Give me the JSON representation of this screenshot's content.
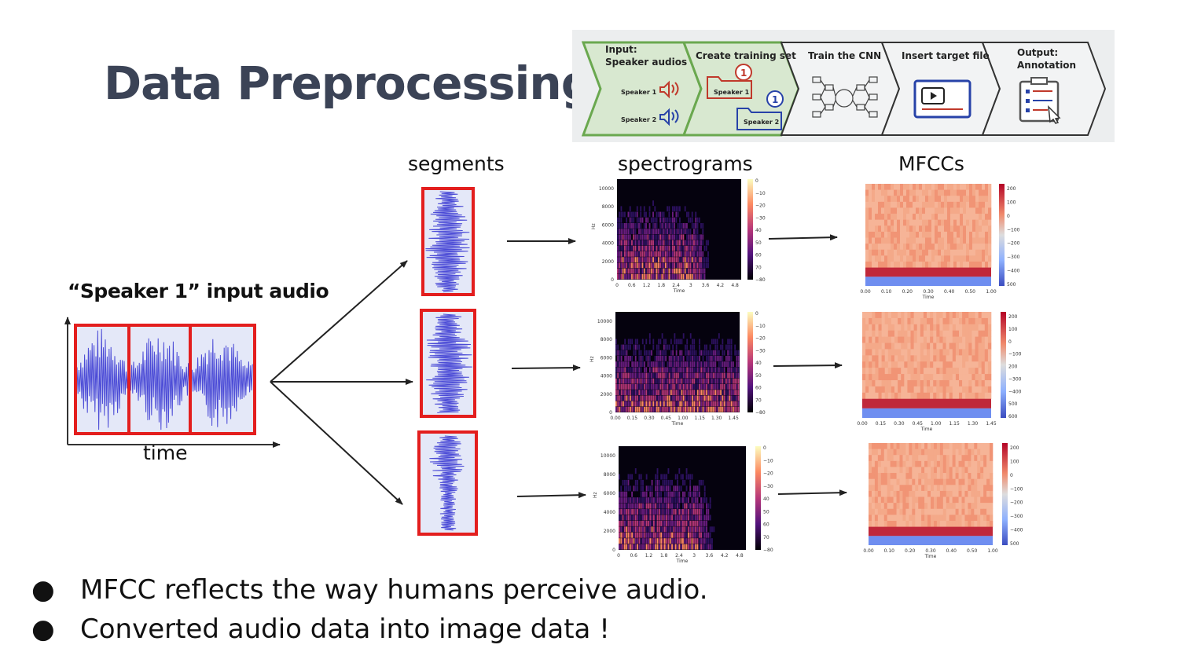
{
  "title": "Data Preprocessing",
  "pipeline": {
    "steps": [
      {
        "line1": "Input:",
        "line2": "Speaker audios"
      },
      {
        "line1": "Create training set",
        "line2": ""
      },
      {
        "line1": "Train the CNN",
        "line2": ""
      },
      {
        "line1": "Insert target file",
        "line2": ""
      },
      {
        "line1": "Output:",
        "line2": "Annotation"
      }
    ],
    "speaker1": "Speaker 1",
    "speaker2": "Speaker 2",
    "badge": "1"
  },
  "input_audio_label": "“Speaker 1” input audio",
  "time_label": "time",
  "columns": {
    "segments": "segments",
    "spectrograms": "spectrograms",
    "mfccs": "MFCCs"
  },
  "bullets": [
    "MFCC reflects the way humans perceive audio.",
    "Converted audio data into image data !"
  ],
  "bullet_symbol": "●",
  "spectrograms": [
    {
      "yticks": [
        "10000",
        "8000",
        "6000",
        "4000",
        "2000",
        "0"
      ],
      "xticks": [
        "0",
        "0.6",
        "1.2",
        "1.8",
        "2.4",
        "3",
        "3.6",
        "4.2",
        "4.8"
      ],
      "ylabel": "Hz",
      "xlabel": "Time",
      "cbar": [
        "0",
        "−10",
        "−20",
        "−30",
        "40",
        "50",
        "60",
        "70",
        "−80"
      ]
    },
    {
      "yticks": [
        "10000",
        "8000",
        "6000",
        "4000",
        "2000",
        "0"
      ],
      "xticks": [
        "0.00",
        "0.15",
        "0.30",
        "0.45",
        "1.00",
        "1.15",
        "1.30",
        "1.45"
      ],
      "ylabel": "Hz",
      "xlabel": "Time",
      "cbar": [
        "0",
        "−10",
        "−20",
        "−30",
        "40",
        "50",
        "60",
        "70",
        "−80"
      ]
    },
    {
      "yticks": [
        "10000",
        "8000",
        "6000",
        "4000",
        "2000",
        "0"
      ],
      "xticks": [
        "0",
        "0.6",
        "1.2",
        "1.8",
        "2.4",
        "3",
        "3.6",
        "4.2",
        "4.8"
      ],
      "ylabel": "Hz",
      "xlabel": "Time",
      "cbar": [
        "0",
        "−10",
        "−20",
        "−30",
        "40",
        "50",
        "60",
        "70",
        "−80"
      ]
    }
  ],
  "mfccs": [
    {
      "xticks": [
        "0.00",
        "0.10",
        "0.20",
        "0.30",
        "0.40",
        "0.50",
        "1.00"
      ],
      "xlabel": "Time",
      "cbar": [
        "200",
        "100",
        "0",
        "−100",
        "−200",
        "−300",
        "−400",
        "500"
      ]
    },
    {
      "xticks": [
        "0.00",
        "0.15",
        "0.30",
        "0.45",
        "1.00",
        "1.15",
        "1.30",
        "1.45"
      ],
      "xlabel": "Time",
      "cbar": [
        "200",
        "100",
        "0",
        "−100",
        "200",
        "−300",
        "−400",
        "500",
        "600"
      ]
    },
    {
      "xticks": [
        "0.00",
        "0.10",
        "0.20",
        "0.30",
        "0.40",
        "0.50",
        "1.00"
      ],
      "xlabel": "Time",
      "cbar": [
        "200",
        "100",
        "0",
        "−100",
        "−200",
        "−300",
        "−400",
        "500"
      ]
    }
  ],
  "colors": {
    "title": "#3b4356",
    "segment_border": "#e31e1e",
    "wave": "#4a4ad6",
    "wave_bg": "#e4e8f8",
    "step1_border": "#6aa84f",
    "pipeline_bg": "#eceeef"
  }
}
